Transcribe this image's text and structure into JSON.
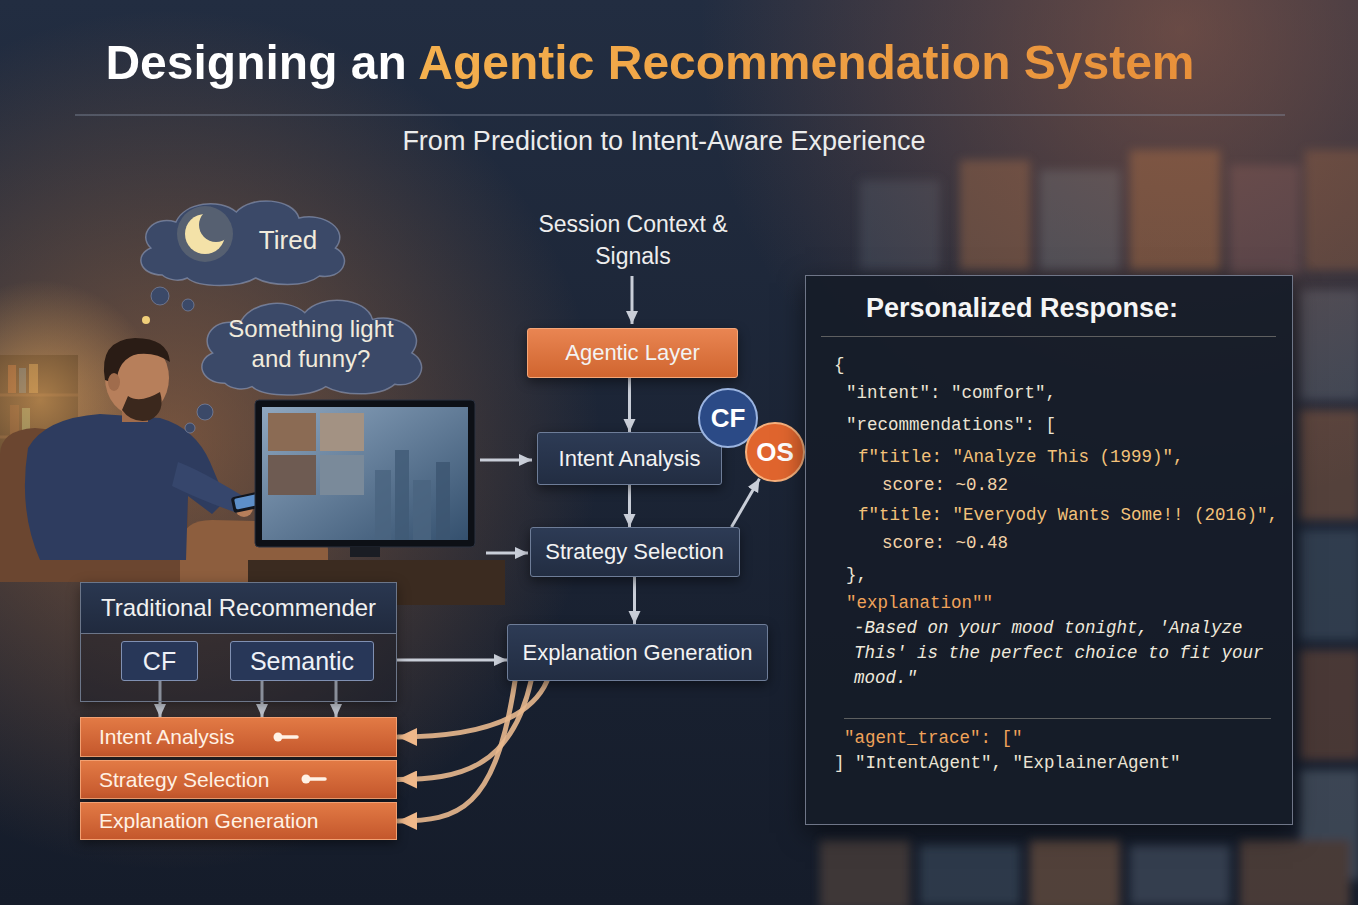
{
  "diagram": {
    "title": "Designing an Agentic Recommendation System",
    "nodes": [
      {
        "text": [
          "Tired"
        ]
      },
      {
        "text": [
          "Something light and funny?"
        ]
      },
      {
        "text": [
          "Agentic Layer"
        ]
      },
      {
        "text": [
          "Intent Analysis"
        ]
      },
      {
        "text": [
          "CF"
        ]
      },
      {
        "text": [
          "OS"
        ]
      },
      {
        "text": [
          "Strategy Selection"
        ]
      },
      {
        "text": [
          "Explanation Generation"
        ]
      },
      {
        "text": [
          "Personalized Response:",
          "{",
          "\"intent\": \"comfort\",",
          "\"recommendations\": [",
          "f\"title: \"Analyze This (1999)\",",
          "score: ~0.82",
          "f\"title: \"Everyody Wants Some!! (2016)\",",
          "score: ~0.48",
          "},",
          "\"explanation\"\"",
          "-Based on your mood tonight, 'Analyze This' is the perfect choice to fit your mood.\"",
          "\"agent_trace\": [\"",
          "] \"IntentAgent\", \"ExplainerAgent\""
        ]
      },
      {
        "text": [
          "Traditional Recommender"
        ]
      },
      {
        "text": [
          "CF"
        ],
        "in": 9
      },
      {
        "text": [
          "Semantic"
        ],
        "in": 9
      },
      {
        "text": [
          "Intent Analysis"
        ]
      },
      {
        "text": [
          "Strategy Selection"
        ]
      },
      {
        "text": [
          "Explanation Generation"
        ]
      }
    ],
    "edges": [
      {
        "from": 2,
        "to": 3,
        "arrow": "to"
      },
      {
        "from": 3,
        "to": 6,
        "arrow": "to"
      },
      {
        "from": 6,
        "to": 7,
        "arrow": "to"
      },
      {
        "from": 6,
        "to": 5,
        "arrow": "to"
      },
      {
        "from": 9,
        "to": 7,
        "arrow": "to"
      },
      {
        "from": 10,
        "to": 12,
        "arrow": "to"
      },
      {
        "from": 11,
        "to": 12,
        "arrow": "to"
      },
      {
        "from": 11,
        "to": 12,
        "arrow": "to"
      },
      {
        "from": 7,
        "to": 12,
        "arrow": "to"
      },
      {
        "from": 7,
        "to": 13,
        "arrow": "to"
      },
      {
        "from": 7,
        "to": 14,
        "arrow": "to"
      }
    ],
    "labels": [
      "From Prediction to Intent-Aware Experience",
      "Session Context & Signals"
    ]
  }
}
